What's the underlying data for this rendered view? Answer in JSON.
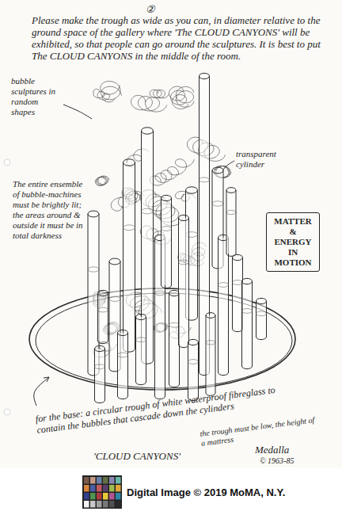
{
  "diagram": {
    "nodes": [
      {
        "text": [
          "MATTER & ENERGY IN MOTION"
        ]
      }
    ],
    "labels": [
      "②",
      "Please make the trough as wide as you can, in diameter relative to the ground space of the gallery where 'The CLOUD CANYONS' will be exhibited, so that people can go around the sculptures. It is best to put The CLOUD CANYONS in the middle of the room.",
      "bubble sculptures in random shapes",
      "transparent cylinder",
      "The entire ensemble of bubble-machines must be brightly lit; the areas around & outside it must be in total darkness",
      "for the base: a circular trough of white waterproof fibreglass to contain the bubbles that cascade down the cylinders",
      "the trough must be low, the height of a mattress",
      "'CLOUD CANYONS'",
      "Medalla",
      "© 1963-85",
      "Digital Image © 2019 MoMA, N.Y."
    ]
  }
}
